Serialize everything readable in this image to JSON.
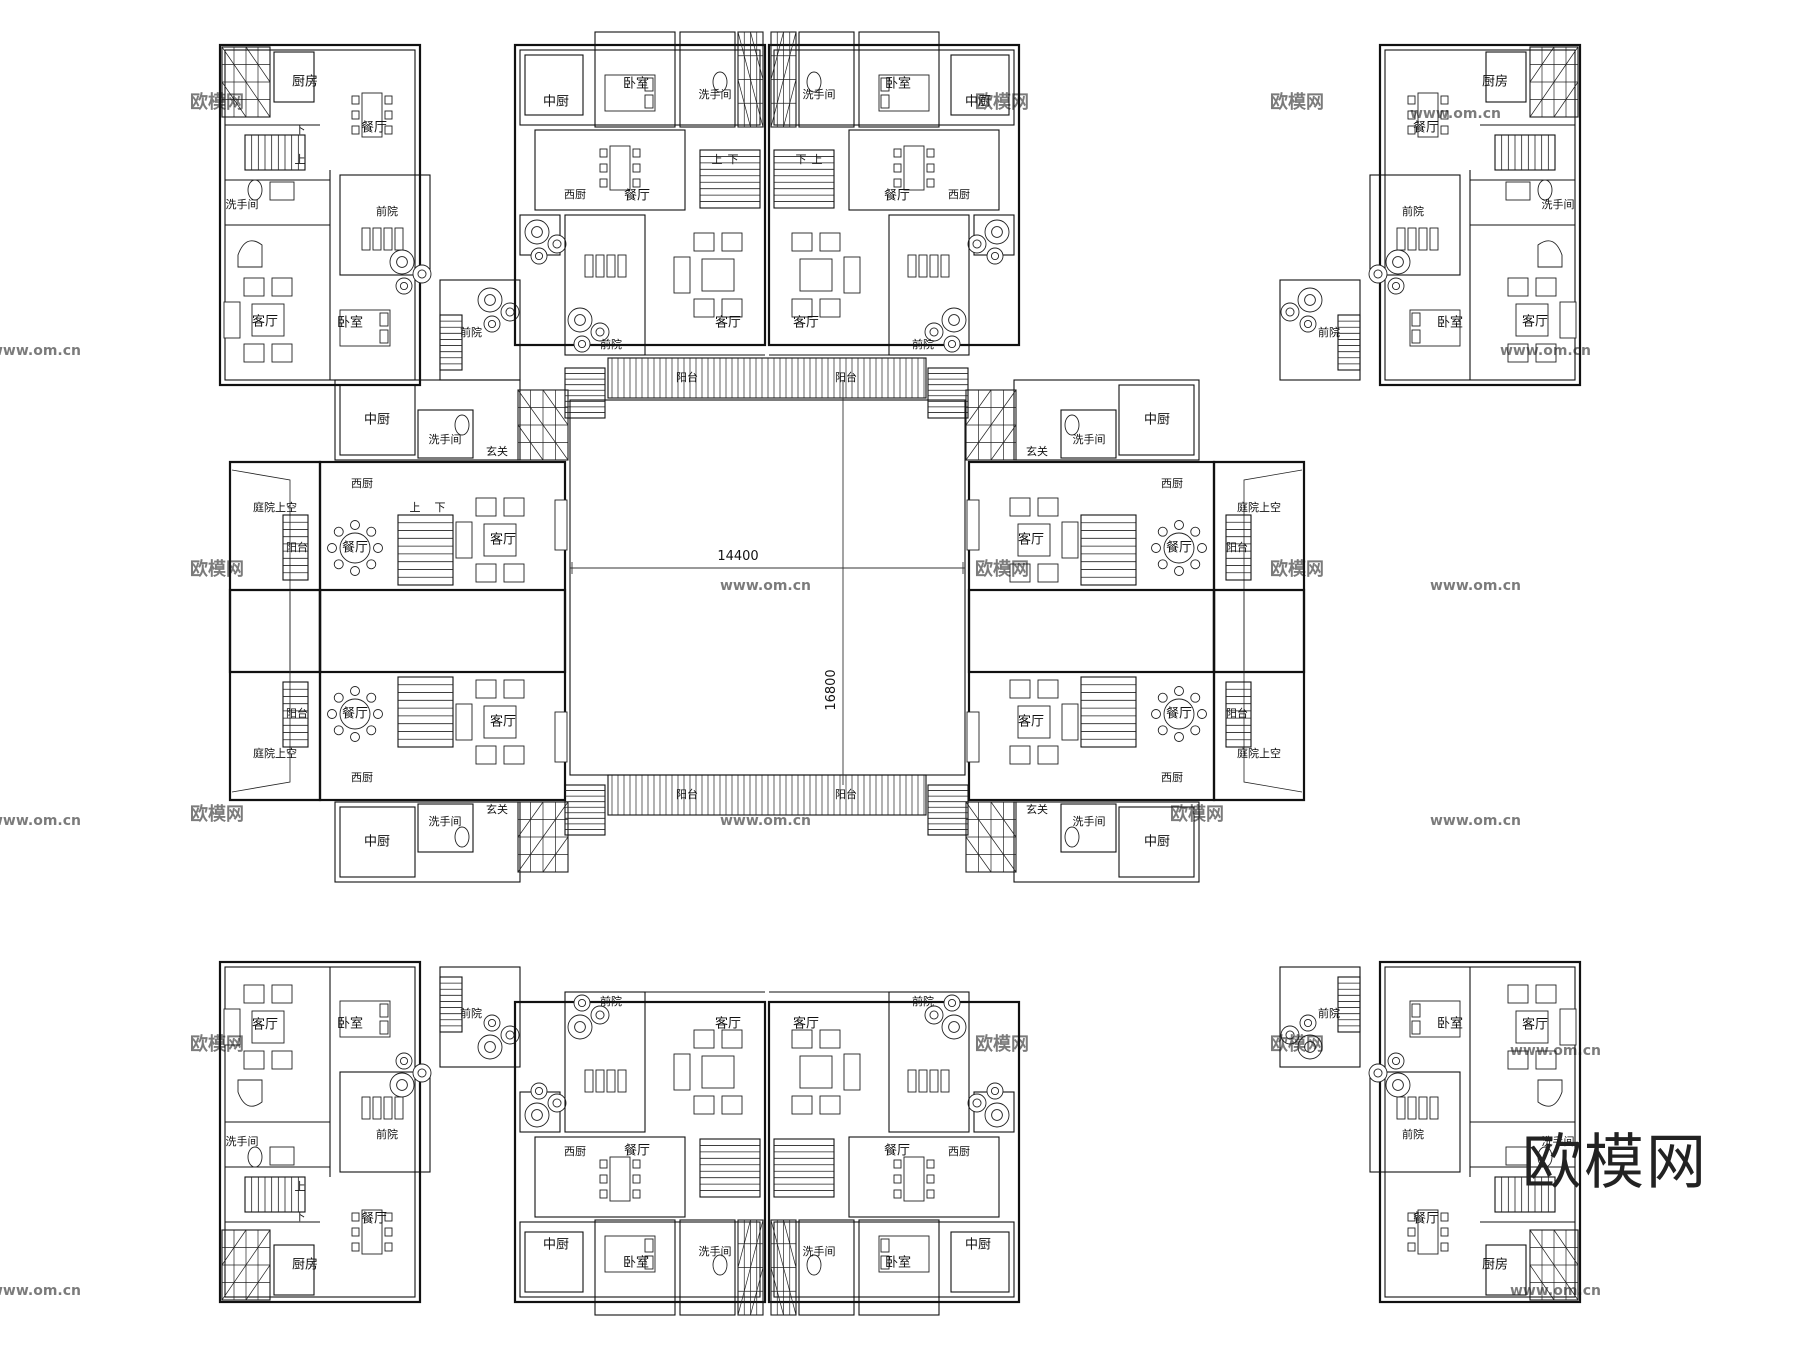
{
  "labels": {
    "kitchen": "厨房",
    "dining": "餐厅",
    "washroom": "洗手间",
    "front_yard": "前院",
    "living": "客厅",
    "bedroom": "卧室",
    "chinese_kitchen": "中厨",
    "western_kitchen": "西厨",
    "entry": "玄关",
    "balcony": "阳台",
    "courtyard_void": "庭院上空",
    "up": "上",
    "down": "下"
  },
  "dimensions": {
    "width": "14400",
    "height": "16800"
  },
  "watermark": {
    "text": "欧模网",
    "url": "www.om.cn"
  },
  "brand": "欧模网"
}
